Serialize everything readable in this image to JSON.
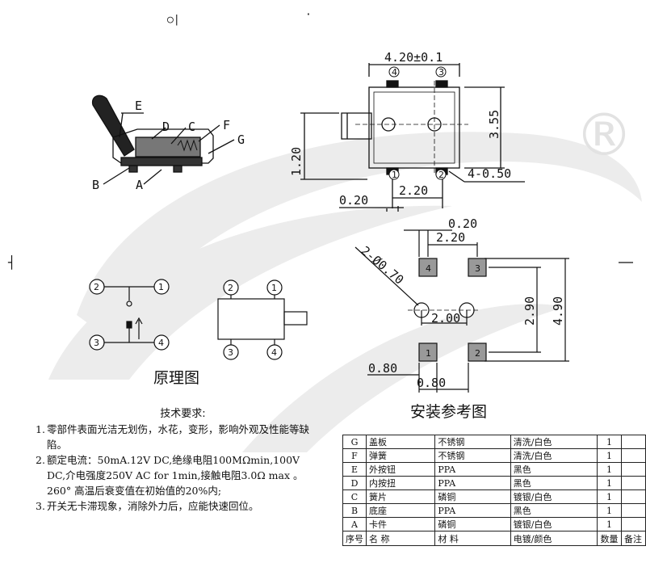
{
  "watermark": {
    "mark": "®"
  },
  "stray_marks": {
    "top": "○|",
    "dot": "·"
  },
  "section_titles": {
    "principle": "原理图",
    "mount": "安装参考图"
  },
  "part_callouts": [
    "E",
    "D",
    "C",
    "F",
    "G",
    "B",
    "A"
  ],
  "dimensions": {
    "width": "4.20±0.1",
    "height_right": "3.55",
    "left_height": "1.20",
    "pin_thk": "4-0.50",
    "pitch_bottom": "2.20",
    "bottom_small": "0.20",
    "mount_top_small": "0.20",
    "mount_top_pitch": "2.20",
    "hole": "2-Ø0.70",
    "mount_v1": "2.90",
    "mount_v2": "4.90",
    "mount_mid": "2.00",
    "pad_w1": "0.80",
    "pad_w2": "0.80"
  },
  "pin_numbers": {
    "p1": "1",
    "p2": "2",
    "p3": "3",
    "p4": "4"
  },
  "requirements": {
    "title": "技术要求:",
    "items": [
      {
        "n": "1.",
        "text": "零部件表面光洁无划伤，水花，变形，影响外观及性能等缺陷。"
      },
      {
        "n": "2.",
        "text": "额定电流：50mA.12V DC,绝缘电阻100MΩmin,100V DC,介电强度250V AC for 1min,接触电阻3.0Ω max 。260° 高温后衰变值在初始值的20%内;"
      },
      {
        "n": "3.",
        "text": "开关无卡滞现象，消除外力后，应能快速回位。"
      }
    ]
  },
  "bom": {
    "header": [
      "序号",
      "名  称",
      "材  料",
      "电镀/颜色",
      "数量",
      "备注"
    ],
    "rows": [
      [
        "G",
        "盖板",
        "不锈钢",
        "清洗/白色",
        "1",
        ""
      ],
      [
        "F",
        "弹簧",
        "不锈钢",
        "清洗/白色",
        "1",
        ""
      ],
      [
        "E",
        "外按钮",
        "PPA",
        "黑色",
        "1",
        ""
      ],
      [
        "D",
        "内按扭",
        "PPA",
        "黑色",
        "1",
        ""
      ],
      [
        "C",
        "簧片",
        "磷铜",
        "镀银/白色",
        "1",
        ""
      ],
      [
        "B",
        "底座",
        "PPA",
        "黑色",
        "1",
        ""
      ],
      [
        "A",
        "卡件",
        "磷铜",
        "镀银/白色",
        "1",
        ""
      ]
    ]
  }
}
